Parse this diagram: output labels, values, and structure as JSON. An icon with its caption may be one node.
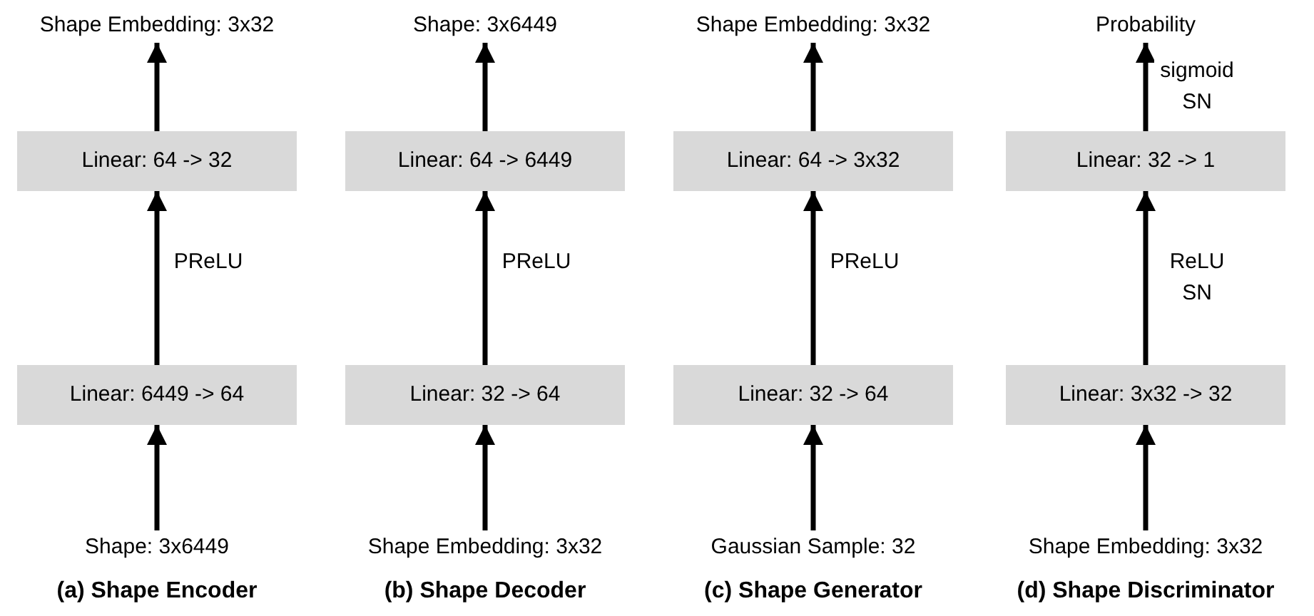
{
  "diagram": {
    "nodes": [
      {
        "text": [
          "Shape Embedding: 3x32"
        ]
      },
      {
        "text": [
          "Linear: 64 -> 32"
        ]
      },
      {
        "text": [
          "Linear: 6449 -> 64"
        ]
      },
      {
        "text": [
          "Shape: 3x6449"
        ]
      },
      {
        "text": [
          "Shape: 3x6449"
        ]
      },
      {
        "text": [
          "Linear: 64 -> 6449"
        ]
      },
      {
        "text": [
          "Linear: 32 -> 64"
        ]
      },
      {
        "text": [
          "Shape Embedding: 3x32"
        ]
      },
      {
        "text": [
          "Shape Embedding: 3x32"
        ]
      },
      {
        "text": [
          "Linear: 64 -> 3x32"
        ]
      },
      {
        "text": [
          "Linear: 32 -> 64"
        ]
      },
      {
        "text": [
          "Gaussian Sample: 32"
        ]
      },
      {
        "text": [
          "Probability"
        ]
      },
      {
        "text": [
          "Linear: 32 -> 1"
        ]
      },
      {
        "text": [
          "Linear: 3x32 -> 32"
        ]
      },
      {
        "text": [
          "Shape Embedding: 3x32"
        ]
      }
    ],
    "edges": [
      {
        "from": 3,
        "to": 2,
        "arrow": "to"
      },
      {
        "from": 2,
        "to": 1,
        "arrow": "to",
        "label": "PReLU"
      },
      {
        "from": 1,
        "to": 0,
        "arrow": "to"
      },
      {
        "from": 7,
        "to": 6,
        "arrow": "to"
      },
      {
        "from": 6,
        "to": 5,
        "arrow": "to",
        "label": "PReLU"
      },
      {
        "from": 5,
        "to": 4,
        "arrow": "to"
      },
      {
        "from": 11,
        "to": 10,
        "arrow": "to"
      },
      {
        "from": 10,
        "to": 9,
        "arrow": "to",
        "label": "PReLU"
      },
      {
        "from": 9,
        "to": 8,
        "arrow": "to"
      },
      {
        "from": 15,
        "to": 14,
        "arrow": "to"
      },
      {
        "from": 14,
        "to": 13,
        "arrow": "to",
        "label": "ReLU SN"
      },
      {
        "from": 13,
        "to": 12,
        "arrow": "to",
        "label": "sigmoid SN"
      }
    ],
    "labels": [
      "(a) Shape Encoder",
      "(b) Shape Decoder",
      "(c) Shape Generator",
      "(d) Shape Discriminator"
    ]
  }
}
